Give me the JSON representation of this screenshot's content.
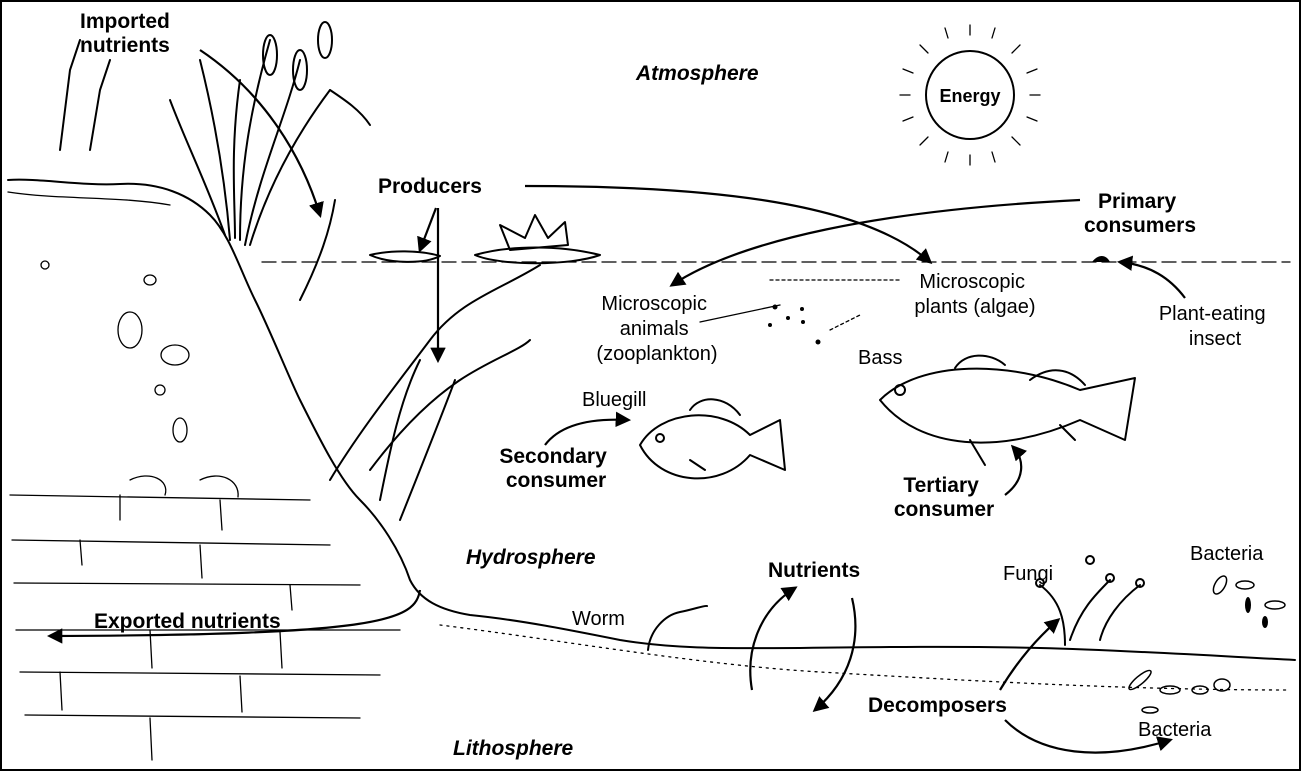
{
  "labels": {
    "imported_nutrients": [
      "Imported",
      "nutrients"
    ],
    "atmosphere": "Atmosphere",
    "energy": "Energy",
    "producers": "Producers",
    "primary_consumers": [
      "Primary",
      "consumers"
    ],
    "microscopic_animals": [
      "Microscopic",
      "animals",
      "(zooplankton)"
    ],
    "microscopic_plants": [
      "Microscopic",
      "plants (algae)"
    ],
    "plant_eating_insect": [
      "Plant-eating",
      "insect"
    ],
    "bass": "Bass",
    "bluegill": "Bluegill",
    "secondary_consumer": [
      "Secondary",
      "consumer"
    ],
    "tertiary_consumer": [
      "Tertiary",
      "consumer"
    ],
    "hydrosphere": "Hydrosphere",
    "nutrients": "Nutrients",
    "fungi": "Fungi",
    "bacteria_top": "Bacteria",
    "worm": "Worm",
    "exported_nutrients": "Exported nutrients",
    "decomposers": "Decomposers",
    "bacteria_bottom": "Bacteria",
    "lithosphere": "Lithosphere"
  }
}
